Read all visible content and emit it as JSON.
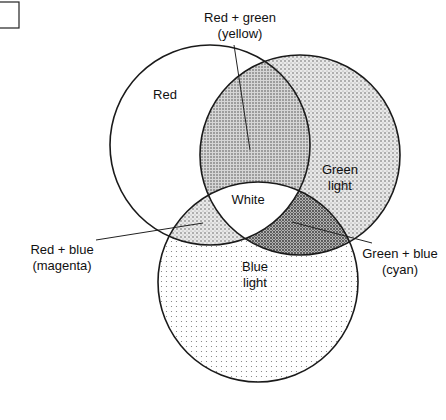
{
  "diagram": {
    "nodes": [
      {
        "text": [
          "Red"
        ]
      },
      {
        "text": [
          "Green light"
        ]
      },
      {
        "text": [
          "Blue light"
        ]
      }
    ],
    "labels": [
      "Red + green (yellow)",
      "White",
      "Red + blue (magenta)",
      "Green + blue (cyan)"
    ]
  }
}
